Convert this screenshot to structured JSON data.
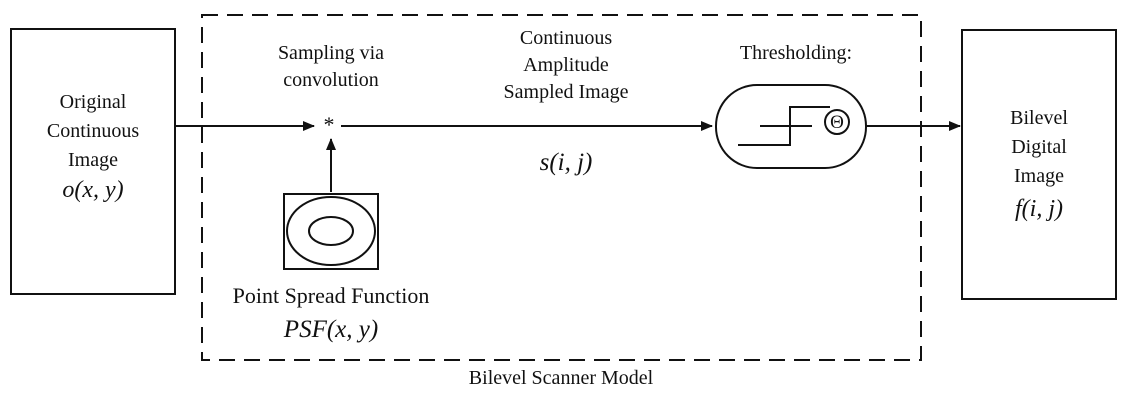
{
  "diagram": {
    "original": {
      "lines": [
        "Original",
        "Continuous",
        "Image"
      ],
      "math": "o(x, y)"
    },
    "sampling": {
      "lines": [
        "Sampling via",
        "convolution"
      ],
      "operator": "*"
    },
    "sampled": {
      "lines": [
        "Continuous",
        "Amplitude",
        "Sampled Image"
      ],
      "math": "s(i, j)"
    },
    "threshold": {
      "label": "Thresholding:",
      "symbol": "Θ"
    },
    "psf": {
      "label": "Point Spread Function",
      "math": "PSF(x, y)"
    },
    "output": {
      "lines": [
        "Bilevel",
        "Digital",
        "Image"
      ],
      "math": "f(i, j)"
    },
    "model_caption": "Bilevel Scanner Model"
  }
}
